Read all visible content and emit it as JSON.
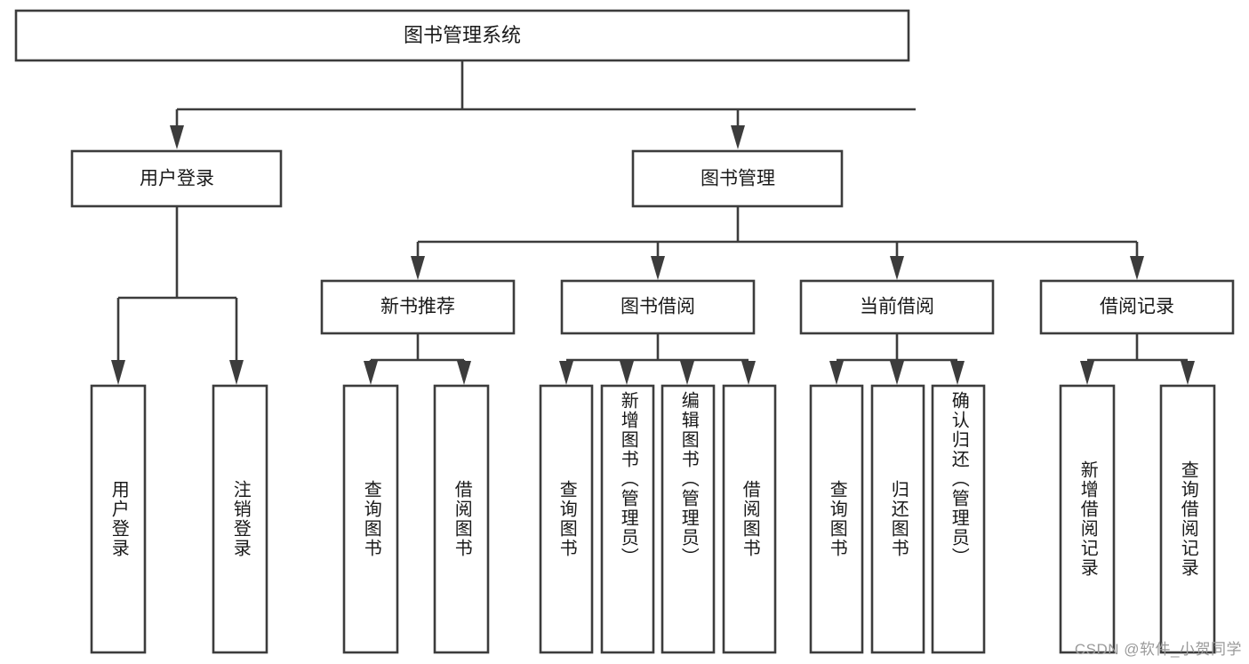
{
  "diagram": {
    "title": "图书管理系统",
    "type": "tree-hierarchy",
    "watermark": "CSDN @软件_小贺同学",
    "colors": {
      "stroke": "#3c3c3c",
      "fill": "#ffffff",
      "text": "#1a1a1a",
      "watermark": "#9a9a9a",
      "background": "#ffffff"
    },
    "root": {
      "label": "图书管理系统"
    },
    "level2": [
      {
        "label": "用户登录"
      },
      {
        "label": "图书管理"
      }
    ],
    "level3": [
      {
        "label": "新书推荐"
      },
      {
        "label": "图书借阅"
      },
      {
        "label": "当前借阅"
      },
      {
        "label": "借阅记录"
      }
    ],
    "leaves": {
      "user_login": [
        {
          "label": "用户登录"
        },
        {
          "label": "注销登录"
        }
      ],
      "new_book_recommend": [
        {
          "label": "查询图书"
        },
        {
          "label": "借阅图书"
        }
      ],
      "book_borrow": [
        {
          "label": "查询图书"
        },
        {
          "label": "新增图书（管理员）"
        },
        {
          "label": "编辑图书（管理员）"
        },
        {
          "label": "借阅图书"
        }
      ],
      "current_borrow": [
        {
          "label": "查询图书"
        },
        {
          "label": "归还图书"
        },
        {
          "label": "确认归还（管理员）"
        }
      ],
      "borrow_record": [
        {
          "label": "新增借阅记录"
        },
        {
          "label": "查询借阅记录"
        }
      ]
    }
  }
}
